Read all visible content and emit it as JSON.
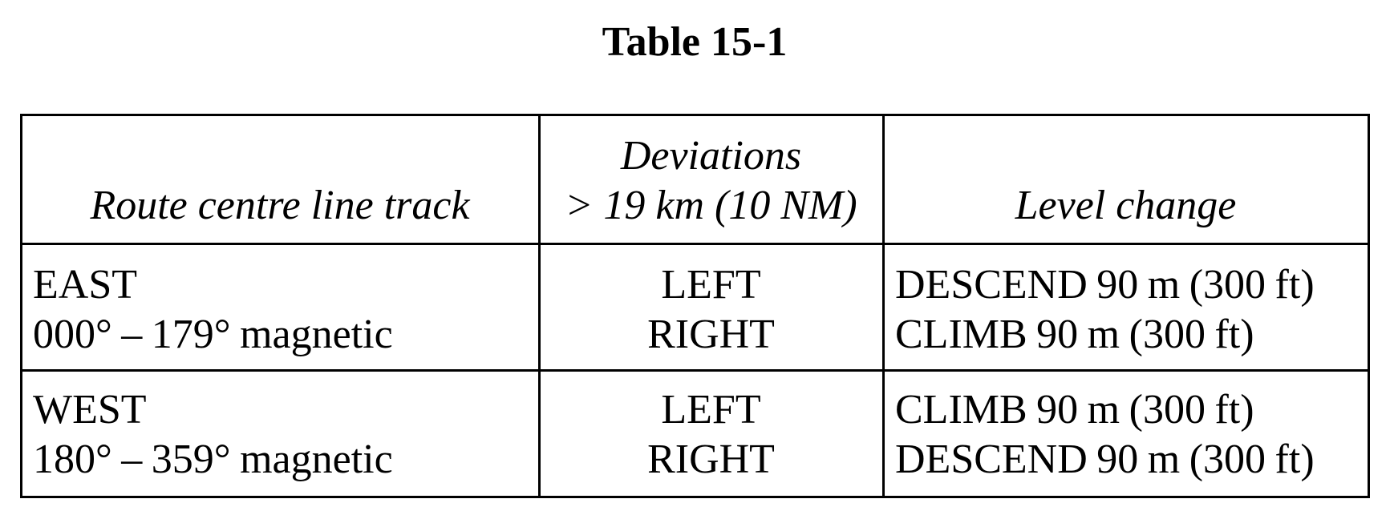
{
  "page": {
    "title": "Table 15-1",
    "background_color": "#ffffff",
    "text_color": "#000000",
    "border_color": "#000000"
  },
  "table": {
    "headers": {
      "track": [
        "Route centre line track"
      ],
      "deviation": [
        "Deviations",
        "> 19 km (10 NM)"
      ],
      "level_change": [
        "Level change"
      ]
    },
    "rows": [
      {
        "track": [
          "EAST",
          "000° – 179° magnetic"
        ],
        "deviation": [
          "LEFT",
          "RIGHT"
        ],
        "level_change": [
          "DESCEND 90 m (300 ft)",
          "CLIMB 90 m (300 ft)"
        ]
      },
      {
        "track": [
          "WEST",
          "180° – 359° magnetic"
        ],
        "deviation": [
          "LEFT",
          "RIGHT"
        ],
        "level_change": [
          "CLIMB 90 m (300 ft)",
          "DESCEND 90 m (300 ft)"
        ]
      }
    ]
  }
}
